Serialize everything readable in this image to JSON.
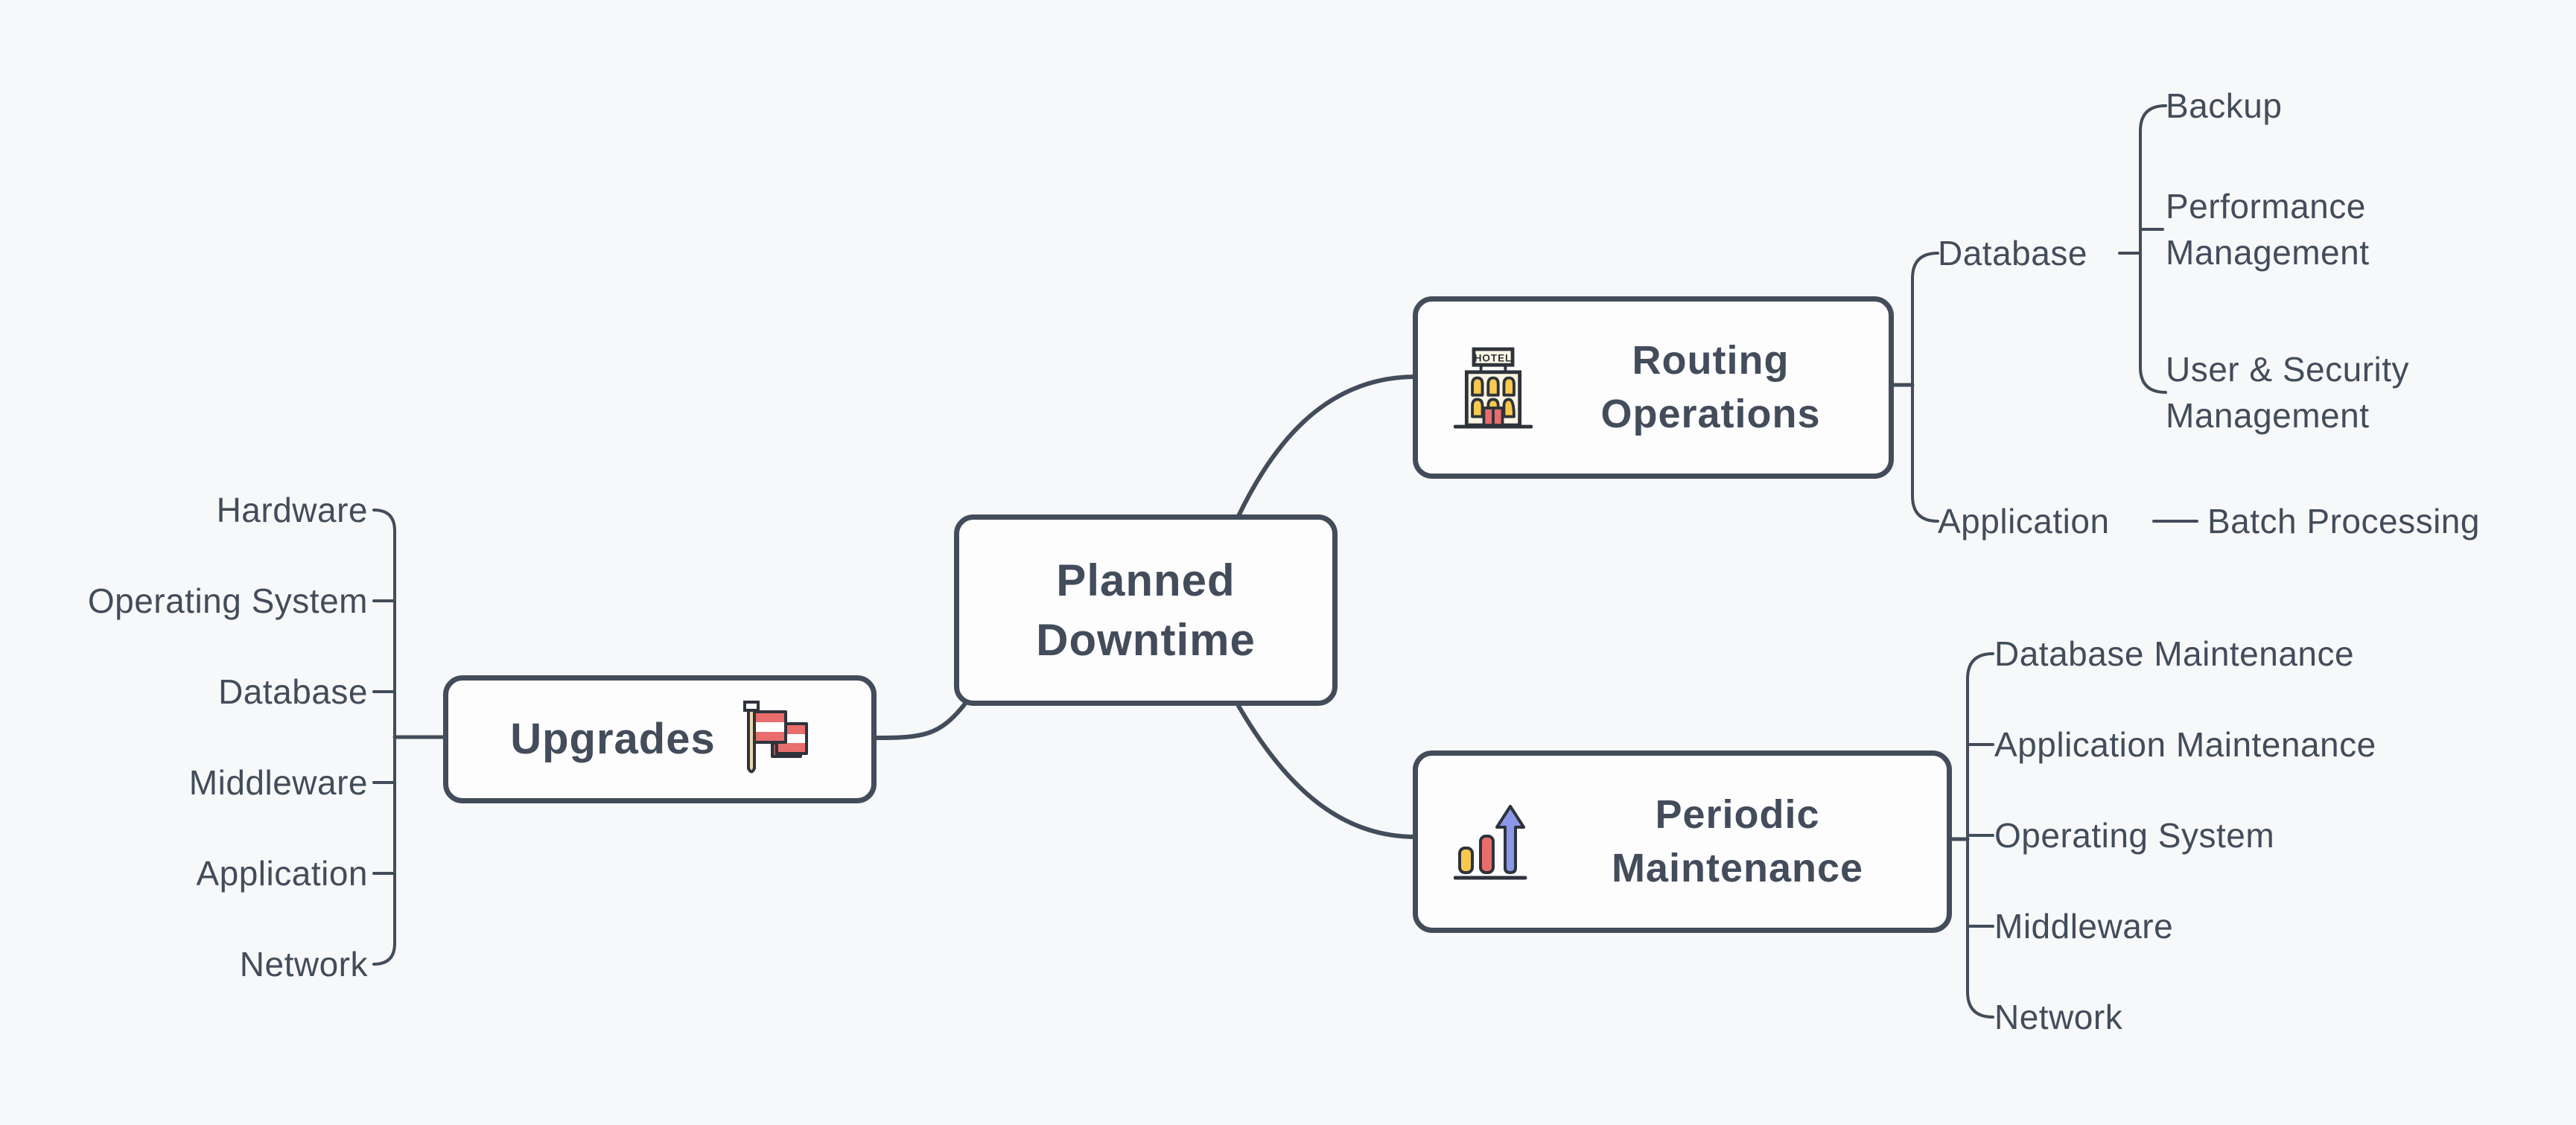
{
  "root": {
    "label": "Planned Downtime"
  },
  "upgrades": {
    "label": "Upgrades",
    "icon": "flag-icon",
    "children": [
      "Hardware",
      "Operating System",
      "Database",
      "Middleware",
      "Application",
      "Network"
    ]
  },
  "routing": {
    "label": "Routing Operations",
    "icon": "hotel-icon",
    "sign_text": "HOTEL",
    "groups": [
      {
        "label": "Database",
        "children": [
          "Backup",
          "Performance Management",
          "User & Security Management"
        ]
      },
      {
        "label": "Application",
        "children": [
          "Batch Processing"
        ]
      }
    ]
  },
  "periodic": {
    "label": "Periodic Maintenance",
    "icon": "bar-chart-icon",
    "children": [
      "Database Maintenance",
      "Application Maintenance",
      "Operating System",
      "Middleware",
      "Network"
    ]
  },
  "colors": {
    "ink": "#434c5a",
    "background": "#f7f8f9",
    "node_fill": "#fdfdfe",
    "icon_red": "#e96d6d",
    "icon_yellow": "#f8c94e",
    "icon_blue": "#8b97e8",
    "icon_cream": "#fcf5e4",
    "icon_tan": "#ecd7ab",
    "icon_outline": "#2e333b"
  }
}
